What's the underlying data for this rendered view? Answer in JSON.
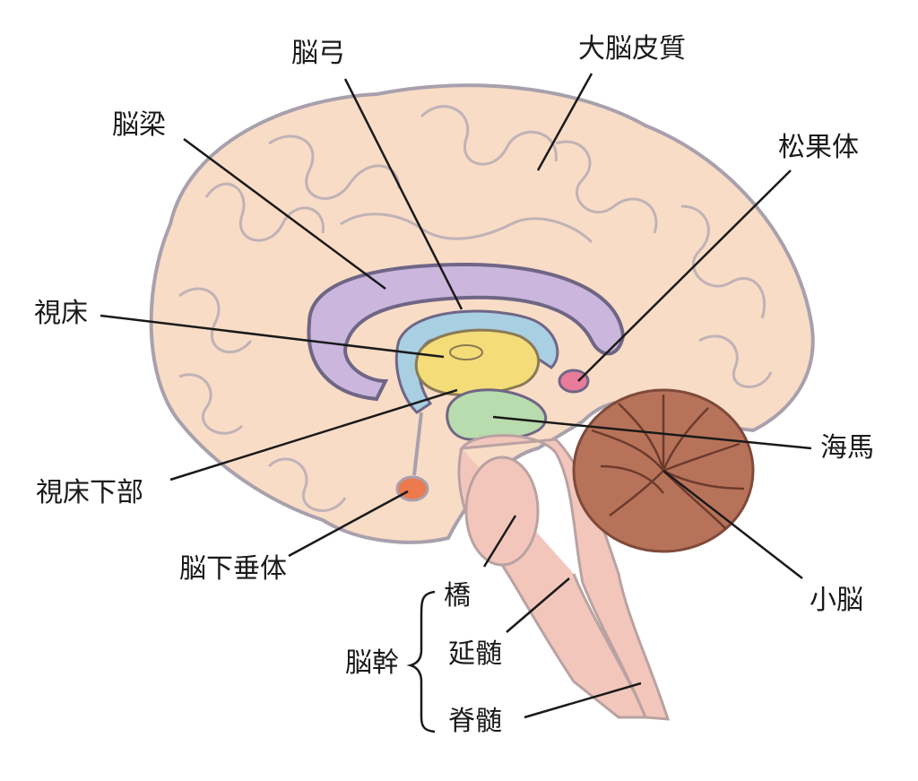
{
  "labels": {
    "fornix": "脳弓",
    "cerebral_cortex": "大脳皮質",
    "corpus_callosum": "脳梁",
    "pineal_body": "松果体",
    "thalamus": "視床",
    "hippocampus": "海馬",
    "hypothalamus": "視床下部",
    "pituitary_gland": "脳下垂体",
    "cerebellum": "小脳",
    "pons": "橋",
    "medulla_oblongata": "延髄",
    "spinal_cord": "脊髄",
    "brainstem": "脳幹"
  },
  "colors": {
    "cerebrum": "#f8dcc6",
    "outline": "#a9a0ad",
    "corpus_callosum": "#cbb6de",
    "fornix": "#a8cfe2",
    "thalamus": "#f4dc78",
    "hippocampus": "#b9dcae",
    "pineal": "#e97c9b",
    "pituitary": "#ec7a4c",
    "cerebellum": "#b7735a",
    "brainstem": "#f3c6bc"
  }
}
